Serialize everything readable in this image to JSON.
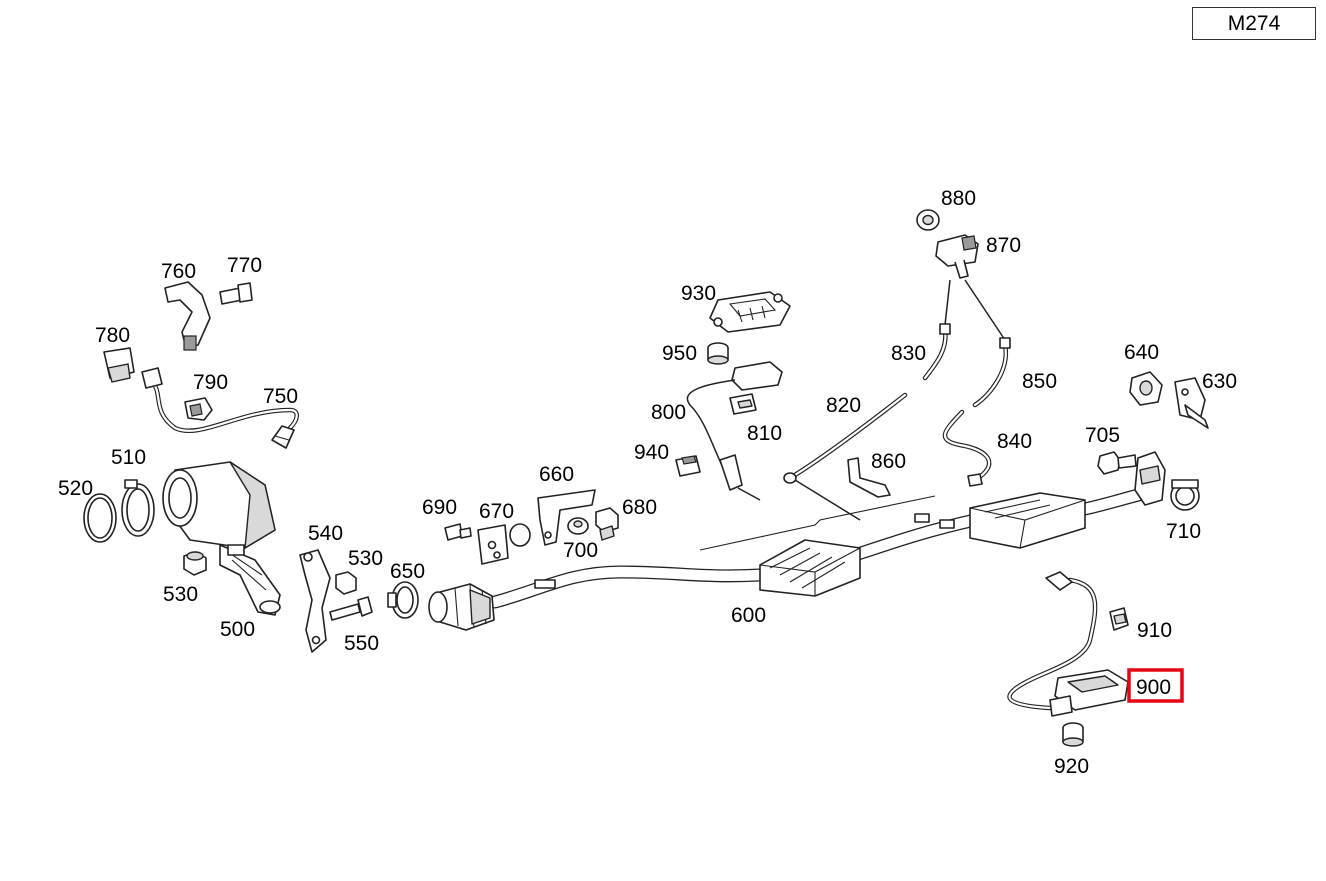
{
  "model_code": "M274",
  "selected_part": "900",
  "highlight_color": "#e30613",
  "parts": [
    {
      "number": "880"
    },
    {
      "number": "870"
    },
    {
      "number": "760"
    },
    {
      "number": "770"
    },
    {
      "number": "930"
    },
    {
      "number": "780"
    },
    {
      "number": "950"
    },
    {
      "number": "830"
    },
    {
      "number": "850"
    },
    {
      "number": "640"
    },
    {
      "number": "630"
    },
    {
      "number": "790"
    },
    {
      "number": "750"
    },
    {
      "number": "800"
    },
    {
      "number": "820"
    },
    {
      "number": "810"
    },
    {
      "number": "705"
    },
    {
      "number": "840"
    },
    {
      "number": "510"
    },
    {
      "number": "940"
    },
    {
      "number": "860"
    },
    {
      "number": "520"
    },
    {
      "number": "660"
    },
    {
      "number": "690"
    },
    {
      "number": "670"
    },
    {
      "number": "680"
    },
    {
      "number": "710"
    },
    {
      "number": "540"
    },
    {
      "number": "700"
    },
    {
      "number": "530"
    },
    {
      "number": "650"
    },
    {
      "number": "530"
    },
    {
      "number": "600"
    },
    {
      "number": "910"
    },
    {
      "number": "500"
    },
    {
      "number": "550"
    },
    {
      "number": "900"
    },
    {
      "number": "920"
    }
  ]
}
